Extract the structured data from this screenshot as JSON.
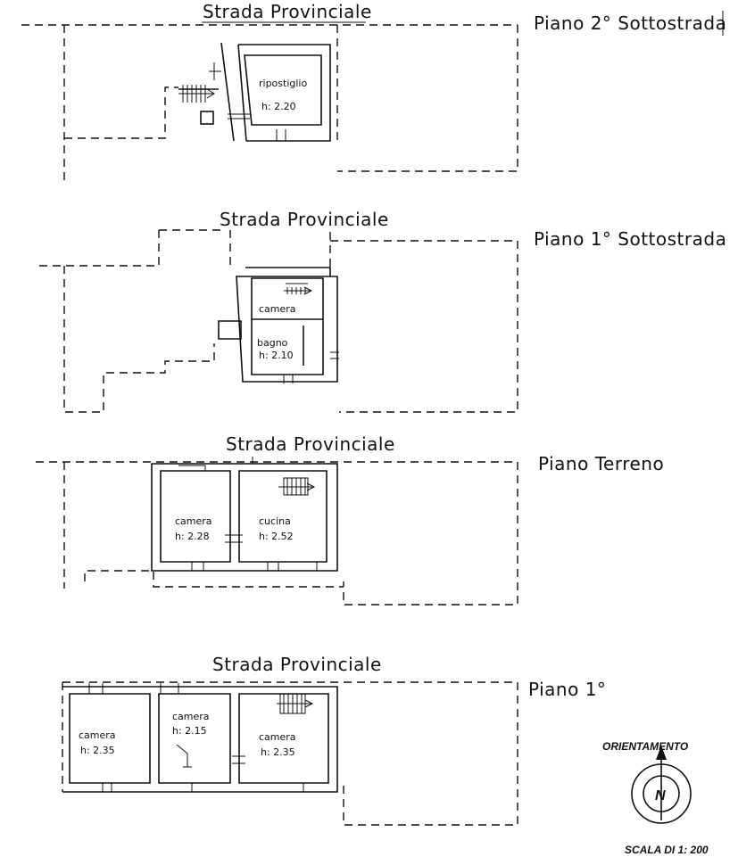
{
  "floors": [
    {
      "street": "Strada Provinciale",
      "level": "Piano 2° Sottostrada",
      "rooms": [
        {
          "name": "ripostiglio",
          "height": "h: 2.20"
        }
      ]
    },
    {
      "street": "Strada Provinciale",
      "level": "Piano 1° Sottostrada",
      "rooms": [
        {
          "name": "camera",
          "height": ""
        },
        {
          "name": "bagno",
          "height": "h: 2.10"
        }
      ]
    },
    {
      "street": "Strada Provinciale",
      "level": "Piano Terreno",
      "rooms": [
        {
          "name": "camera",
          "height": "h: 2.28"
        },
        {
          "name": "cucina",
          "height": "h: 2.52"
        }
      ]
    },
    {
      "street": "Strada Provinciale",
      "level": "Piano 1°",
      "rooms": [
        {
          "name": "camera",
          "height": "h: 2.35"
        },
        {
          "name": "camera",
          "height": "h: 2.15"
        },
        {
          "name": "camera",
          "height": "h: 2.35"
        }
      ]
    }
  ],
  "compass": {
    "title": "ORIENTAMENTO",
    "north": "N"
  },
  "scale": {
    "label": "SCALA DI 1: 200"
  }
}
